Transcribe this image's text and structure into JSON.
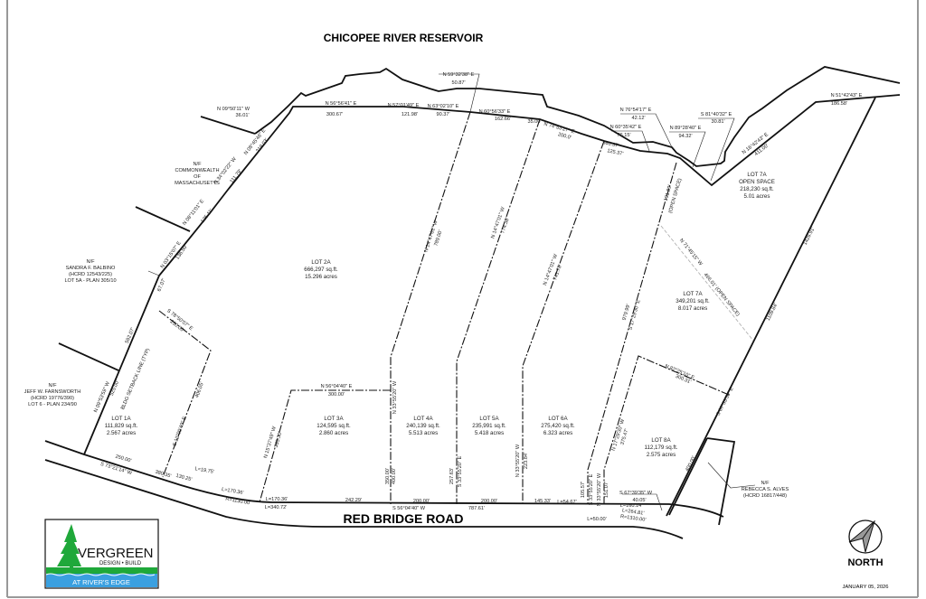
{
  "title": "CHICOPEE RIVER RESERVOIR",
  "road_name": "RED BRIDGE ROAD",
  "north_label": "NORTH",
  "date": "JANUARY 05, 2026",
  "logo": {
    "brand": "VERGREEN",
    "tagline": "DESIGN • BUILD",
    "subtitle": "AT RIVER'S EDGE",
    "green": "#1fa83a",
    "blue": "#3aa0e0"
  },
  "lots": [
    {
      "name": "LOT 2A",
      "area": "666,297 sq.ft.",
      "acres": "15.296 acres"
    },
    {
      "name": "LOT 1A",
      "area": "111,829 sq.ft.",
      "acres": "2.567 acres"
    },
    {
      "name": "LOT 3A",
      "area": "124,595 sq.ft.",
      "acres": "2.860 acres"
    },
    {
      "name": "LOT 4A",
      "area": "240,139 sq.ft.",
      "acres": "5.513 acres"
    },
    {
      "name": "LOT 5A",
      "area": "235,991 sq.ft.",
      "acres": "5.418 acres"
    },
    {
      "name": "LOT 6A",
      "area": "275,420 sq.ft.",
      "acres": "6.323 acres"
    },
    {
      "name": "LOT 8A",
      "area": "112,179 sq.ft.",
      "acres": "2.575 acres"
    },
    {
      "name": "LOT 7A",
      "area": "349,201 sq.ft.",
      "acres": "8.017 acres"
    },
    {
      "name": "LOT 7A",
      "note": "OPEN SPACE",
      "area": "218,230 sq.ft.",
      "acres": "5.01 acres"
    }
  ],
  "abutters": [
    {
      "lines": [
        "N/F",
        "COMMONWEALTH",
        "OF",
        "MASSACHUSETTS"
      ]
    },
    {
      "lines": [
        "N/F",
        "SANDRA F. BALBINO",
        "(HCRD 12543/225)",
        "LOT 5A - PLAN 305/10"
      ]
    },
    {
      "lines": [
        "N/F",
        "JEFF W. FARNSWORTH",
        "(HCRD 19776/390)",
        "LOT 6 - PLAN 234/90"
      ]
    },
    {
      "lines": [
        "N/F",
        "REBECCA S. ALVES",
        "(HCRD 16817/448)"
      ]
    }
  ],
  "labels": [
    "N 09°50'11\" W",
    "36.01'",
    "N 56°56'41\" E",
    "300.67'",
    "N 57°01'49\" E",
    "121.98'",
    "N 63°02'10\" E",
    "90.37'",
    "N 59°32'38\" E",
    "50.87'",
    "N 60°56'33\" E",
    "162.66'",
    "35.00'",
    "N 74°53'27\" E",
    "200.0'",
    "N 76°54'17\" E",
    "42.12'",
    "N 60°35'42\" E",
    "76.15'",
    "N 89°28'40\" E",
    "94.32'",
    "S 81°40'32\" E",
    "30.81'",
    "N 51°42'43\" E",
    "186.58'",
    "N 16°42'43\" E",
    "411.00'",
    "360.37'",
    "125.37'",
    "N 08°45'46\" E",
    "219.03'",
    "N 34°02'22\" W",
    "111.79'",
    "N 08°11'01\" E",
    "125.11'",
    "N 03°15'07\" E",
    "136.50'",
    "67.07'",
    "592.07'",
    "N 09°53'59\" W",
    "525.00'",
    "BLDG SETBACK LINE (TYP)",
    "S 78°50'07\" E",
    "250.00'",
    "406.05'",
    "S 12°00'49\" E",
    "250.00'",
    "S 73°21'14\" W",
    "380.35'",
    "130.25'",
    "L=19.75'",
    "L=170.36'",
    "R=1130.00'",
    "L=170.36'",
    "L=340.72'",
    "242.29'",
    "N 56°04'40\" E",
    "300.00'",
    "N 15°37'49\" W",
    "335.30'",
    "N 33°55'20\" W",
    "350.00'",
    "400.00'",
    "200.00'",
    "S 56°04'40\" W",
    "200.00'",
    "787.61'",
    "145.33'",
    "L=54.67'",
    "L=50.00'",
    "257.63'",
    "S 33°55'20\" E",
    "N 33°55'20\" W",
    "223.84'",
    "N 14°47'01\" W",
    "789.00'",
    "N 14°47'01\" W",
    "774.38'",
    "N 14°47'01\" W",
    "741.78'",
    "979.99'",
    "S 17°29'30\" E",
    "191.89'",
    "(OPEN SPACE)",
    "N 71°45'15\" W",
    "466.01' (OPEN SPACE)",
    "N 82°25'10\" E",
    "300.31'",
    "S 67°33'50\" E",
    "1109.84'",
    "1426.91'",
    "N 17°29'30\" W",
    "375.47'",
    "105.57'",
    "S 33°55'20\" E",
    "N 33°55'20\" W",
    "151.07'",
    "S 67°39'35\" W",
    "40.05'",
    "L=160.14'",
    "L=264.81'",
    "R=1310.00'",
    "400.00'"
  ]
}
